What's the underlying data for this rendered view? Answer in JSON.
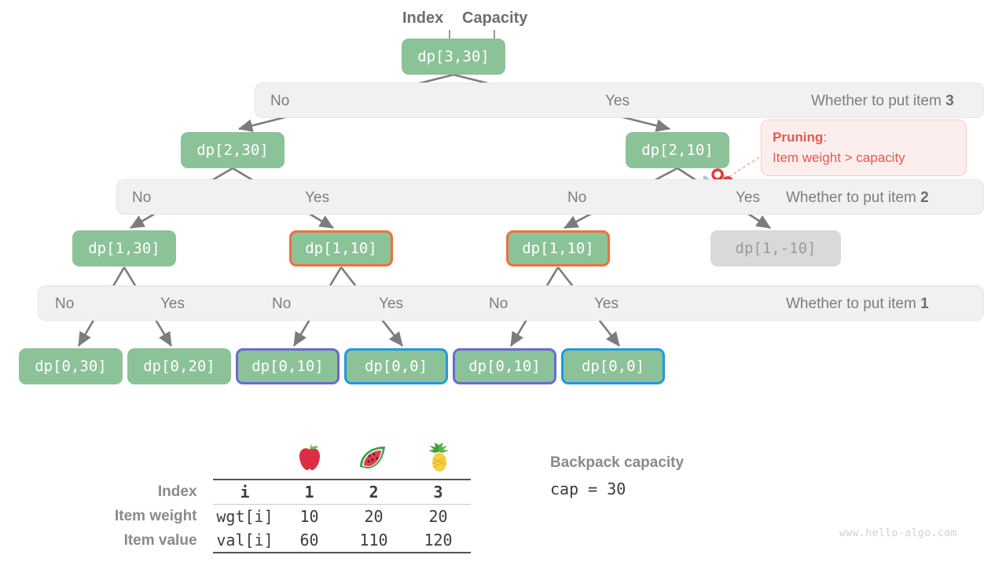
{
  "annotations": {
    "index_label": "Index",
    "capacity_label": "Capacity"
  },
  "tree": {
    "root": {
      "text": "dp[3,30]"
    },
    "level2": [
      {
        "text": "dp[2,30]"
      },
      {
        "text": "dp[2,10]"
      }
    ],
    "level3": [
      {
        "text": "dp[1,30]"
      },
      {
        "text": "dp[1,10]"
      },
      {
        "text": "dp[1,10]"
      },
      {
        "text": "dp[1,-10]"
      }
    ],
    "level4": [
      {
        "text": "dp[0,30]"
      },
      {
        "text": "dp[0,20]"
      },
      {
        "text": "dp[0,10]"
      },
      {
        "text": "dp[0,0]"
      },
      {
        "text": "dp[0,10]"
      },
      {
        "text": "dp[0,0]"
      }
    ]
  },
  "levels": [
    {
      "question_prefix": "Whether to put item ",
      "item": "3",
      "branches": [
        "No",
        "Yes"
      ]
    },
    {
      "question_prefix": "Whether to put item ",
      "item": "2",
      "branches": [
        "No",
        "Yes",
        "No",
        "Yes"
      ]
    },
    {
      "question_prefix": "Whether to put item ",
      "item": "1",
      "branches": [
        "No",
        "Yes",
        "No",
        "Yes",
        "No",
        "Yes"
      ]
    }
  ],
  "pruning": {
    "title": "Pruning",
    "colon": ":",
    "detail": "Item weight > capacity"
  },
  "table": {
    "row_labels": [
      "Index",
      "Item weight",
      "Item value"
    ],
    "name_column": [
      "i",
      "wgt[i]",
      "val[i]"
    ],
    "fruits": [
      "apple",
      "watermelon",
      "pineapple"
    ],
    "index": [
      "1",
      "2",
      "3"
    ],
    "weight": [
      "10",
      "20",
      "20"
    ],
    "value": [
      "60",
      "110",
      "120"
    ]
  },
  "capacity": {
    "label": "Backpack capacity",
    "value": "cap = 30"
  },
  "watermark": "www.hello-algo.com",
  "colors": {
    "node_green": "#8cc298",
    "node_muted": "#d9d9d9",
    "border_orange": "#f0703c",
    "border_purple": "#6a6ad2",
    "border_blue": "#1f9ae0",
    "bar_bg": "#f1f1f1",
    "edge_gray": "#7c7c7c",
    "pruning_red": "#e8584f",
    "pruning_bg": "#fdeeee"
  }
}
